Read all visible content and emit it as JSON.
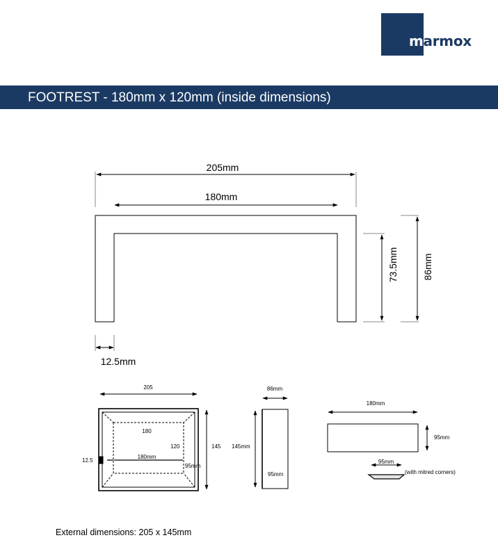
{
  "logo": {
    "first_letter": "m",
    "rest": "armox"
  },
  "title": "FOOTREST - 180mm x 120mm (inside dimensions)",
  "front_view": {
    "overall_width": "205mm",
    "inner_width": "180mm",
    "inner_height": "73.5mm",
    "overall_height": "86mm",
    "leg_width": "12.5mm"
  },
  "plan_view": {
    "outer_width": "205",
    "outer_depth": "145",
    "inner_depth_label": "180",
    "inner_height_label": "120",
    "inner_width": "180mm",
    "side_offset": "95mm",
    "edge": "12.5"
  },
  "side_view": {
    "width": "86mm",
    "height": "145mm",
    "offset": "95mm"
  },
  "strip_view": {
    "length": "180mm",
    "height": "95mm",
    "cut_width": "95mm",
    "note": "(with mitred corners)"
  },
  "footer": "External dimensions: 205 x 145mm",
  "colors": {
    "brand_navy": "#1b3a63"
  }
}
